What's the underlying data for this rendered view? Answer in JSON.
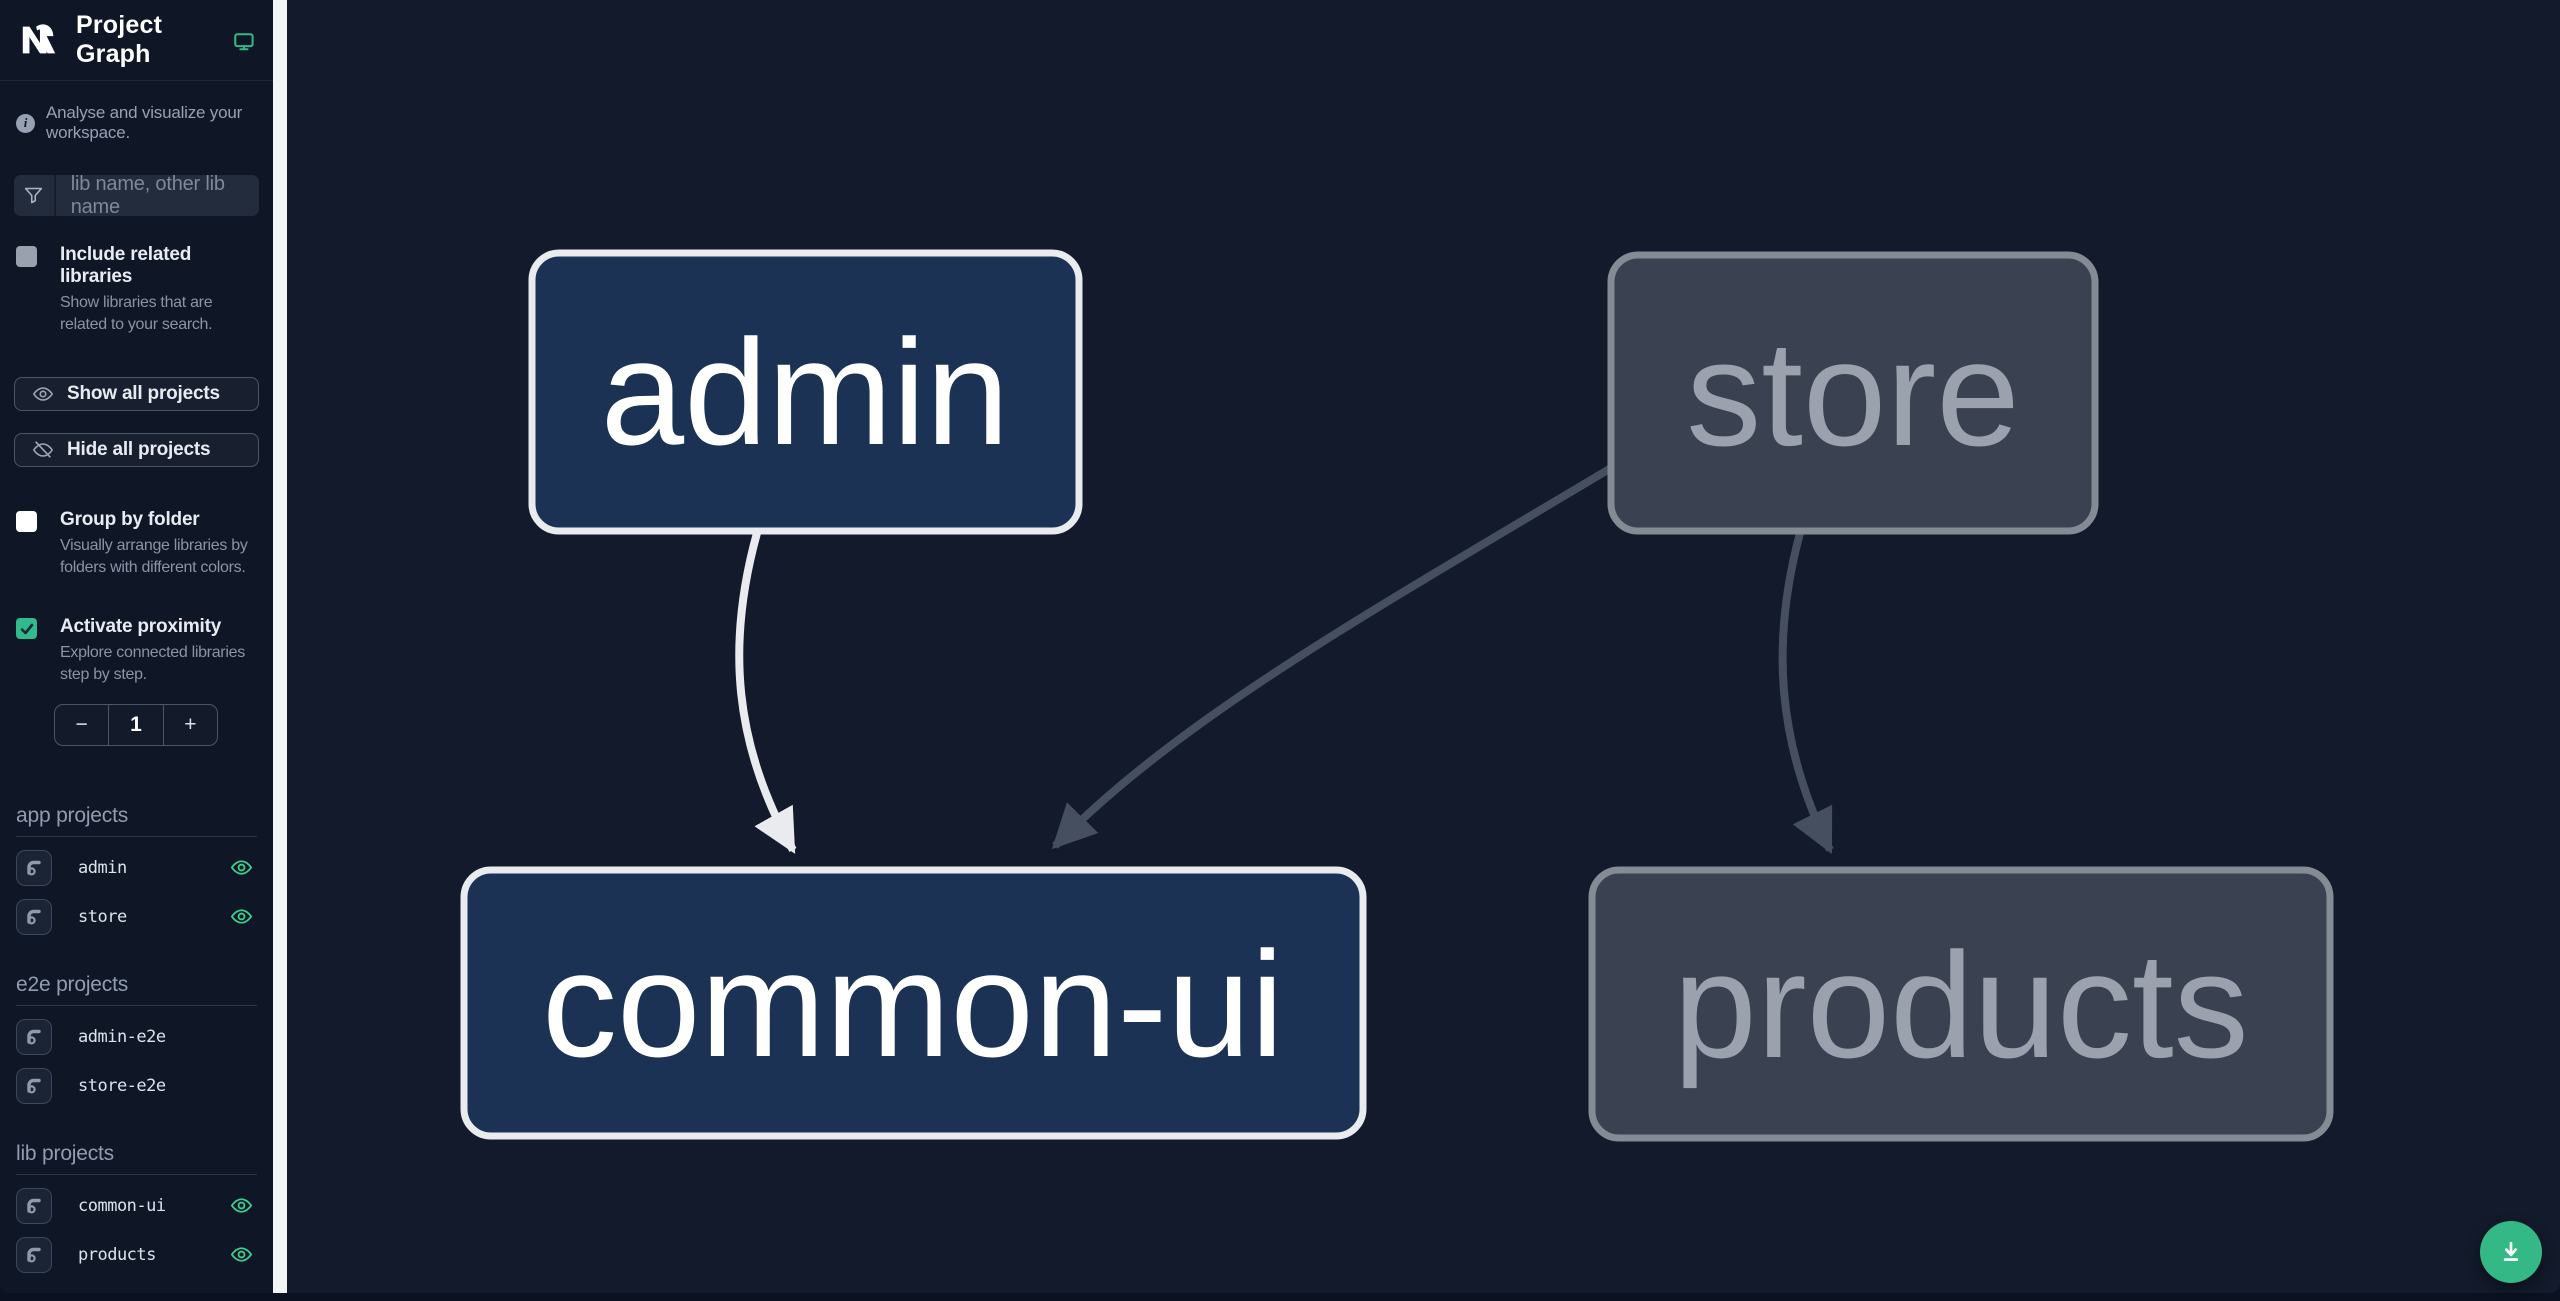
{
  "header": {
    "title": "Project Graph",
    "logo": "Nx"
  },
  "sidebar": {
    "tagline": "Analyse and visualize your workspace.",
    "filter": {
      "placeholder": "lib name, other lib name"
    },
    "include_related": {
      "label": "Include related libraries",
      "description": "Show libraries that are related to your search.",
      "checked": false
    },
    "buttons": {
      "show_all": "Show all projects",
      "hide_all": "Hide all projects"
    },
    "group_by_folder": {
      "label": "Group by folder",
      "description": "Visually arrange libraries by folders with different colors.",
      "checked": false
    },
    "activate_proximity": {
      "label": "Activate proximity",
      "description": "Explore connected libraries step by step.",
      "checked": true
    },
    "stepper": {
      "decrement": "−",
      "value": "1",
      "increment": "+"
    },
    "sections": [
      {
        "title": "app projects",
        "items": [
          {
            "name": "admin",
            "visible": true
          },
          {
            "name": "store",
            "visible": true
          }
        ]
      },
      {
        "title": "e2e projects",
        "items": [
          {
            "name": "admin-e2e",
            "visible": false
          },
          {
            "name": "store-e2e",
            "visible": false
          }
        ]
      },
      {
        "title": "lib projects",
        "items": [
          {
            "name": "common-ui",
            "visible": true
          },
          {
            "name": "products",
            "visible": true
          }
        ]
      }
    ]
  },
  "graph": {
    "nodes": [
      {
        "id": "admin",
        "label": "admin",
        "state": "highlighted"
      },
      {
        "id": "store",
        "label": "store",
        "state": "dimmed"
      },
      {
        "id": "common-ui",
        "label": "common-ui",
        "state": "highlighted"
      },
      {
        "id": "products",
        "label": "products",
        "state": "dimmed"
      }
    ],
    "edges": [
      {
        "source": "admin",
        "target": "common-ui",
        "style": "highlighted"
      },
      {
        "source": "store",
        "target": "common-ui",
        "style": "dimmed"
      },
      {
        "source": "store",
        "target": "products",
        "style": "dimmed"
      }
    ]
  },
  "fab": {
    "action": "download-graph-image"
  },
  "colors": {
    "accent": "#34b886",
    "eye": "#3ecf8e",
    "focused_node_fill": "#1b3254",
    "focused_node_border": "#e9ebee",
    "dimmed_node_fill": "#3a4150",
    "dimmed_node_border": "#858b95",
    "edge_highlight": "#e9ebee",
    "edge_dim": "#454f60",
    "sidebar_bg": "#0f1626",
    "canvas_bg": "#131a2b"
  }
}
